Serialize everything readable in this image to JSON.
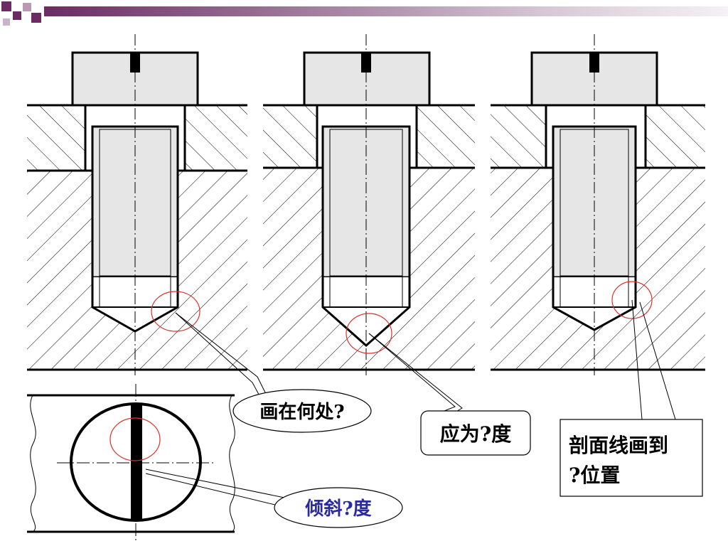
{
  "colors": {
    "bar_dark": "#6b2b63",
    "bar_light": "#f5f1f5",
    "part_fill": "#e6e6e6",
    "highlight_circle": "#e0302a",
    "callout_text": "#000000",
    "tilt_text": "#2a2aa0"
  },
  "callouts": {
    "where_to_draw": "画在何处?",
    "angle": "应为?度",
    "hatch_line_label_line1": "剖面线画到",
    "hatch_line_label_line2": "?位置",
    "tilt_angle": "倾斜?度"
  },
  "icons": [
    "slide-decoration-squares",
    "centerline",
    "hatching"
  ]
}
